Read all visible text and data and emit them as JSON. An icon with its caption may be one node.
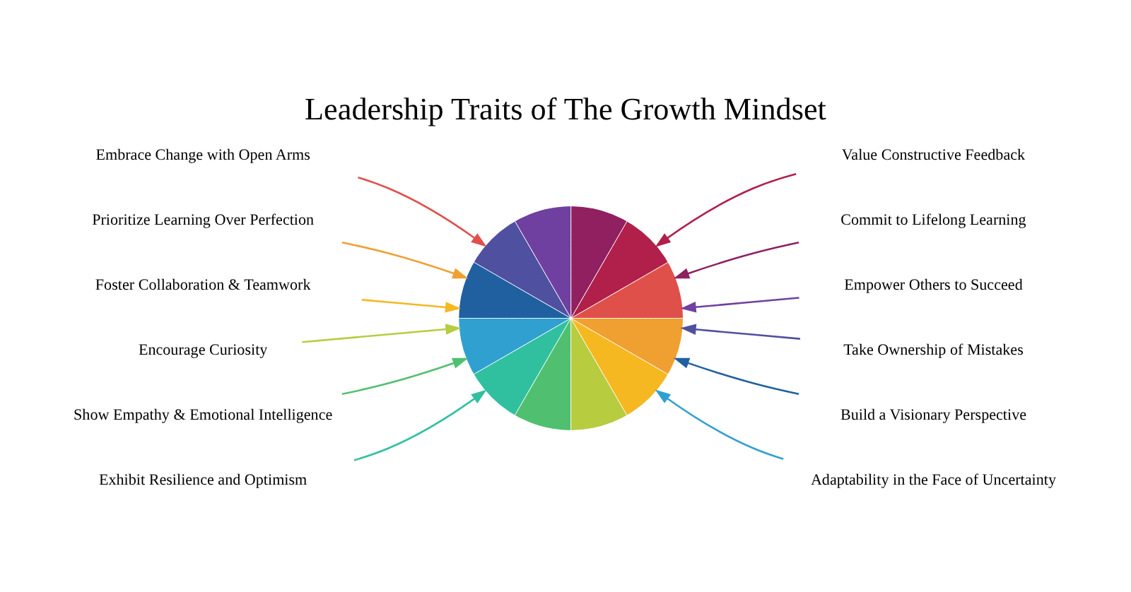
{
  "diagram": {
    "title": "Leadership Traits of The Growth Mindset",
    "nodes": [
      {
        "text": [
          "Embrace Change with Open Arms"
        ]
      },
      {
        "text": [
          "Value Constructive Feedback"
        ]
      },
      {
        "text": [
          "Prioritize Learning Over Perfection"
        ]
      },
      {
        "text": [
          "Commit to Lifelong Learning"
        ]
      },
      {
        "text": [
          "Foster Collaboration & Teamwork"
        ]
      },
      {
        "text": [
          "Empower Others to Succeed"
        ]
      },
      {
        "text": [
          "Encourage Curiosity"
        ]
      },
      {
        "text": [
          "Take Ownership of Mistakes"
        ]
      },
      {
        "text": [
          "Show Empathy & Emotional Intelligence"
        ]
      },
      {
        "text": [
          "Build a Visionary Perspective"
        ]
      },
      {
        "text": [
          "Exhibit Resilience and Optimism"
        ]
      },
      {
        "text": [
          "Adaptability in the Face of Uncertainty"
        ]
      },
      {
        "text": [],
        "shape": "circle"
      }
    ],
    "edges": [
      {
        "from": 0,
        "to": 12,
        "arrow": "to",
        "color": "#e0504a"
      },
      {
        "from": 1,
        "to": 12,
        "arrow": "to",
        "color": "#b0204a"
      },
      {
        "from": 2,
        "to": 12,
        "arrow": "to",
        "color": "#f0a030"
      },
      {
        "from": 3,
        "to": 12,
        "arrow": "to",
        "color": "#902060"
      },
      {
        "from": 4,
        "to": 12,
        "arrow": "to",
        "color": "#f5b820"
      },
      {
        "from": 5,
        "to": 12,
        "arrow": "to",
        "color": "#7040a0"
      },
      {
        "from": 6,
        "to": 12,
        "arrow": "to",
        "color": "#b8cc40"
      },
      {
        "from": 7,
        "to": 12,
        "arrow": "to",
        "color": "#5050a0"
      },
      {
        "from": 8,
        "to": 12,
        "arrow": "to",
        "color": "#50c070"
      },
      {
        "from": 9,
        "to": 12,
        "arrow": "to",
        "color": "#2060a0"
      },
      {
        "from": 10,
        "to": 12,
        "arrow": "to",
        "color": "#30c0a0"
      },
      {
        "from": 11,
        "to": 12,
        "arrow": "to",
        "color": "#30a0d0"
      }
    ]
  }
}
